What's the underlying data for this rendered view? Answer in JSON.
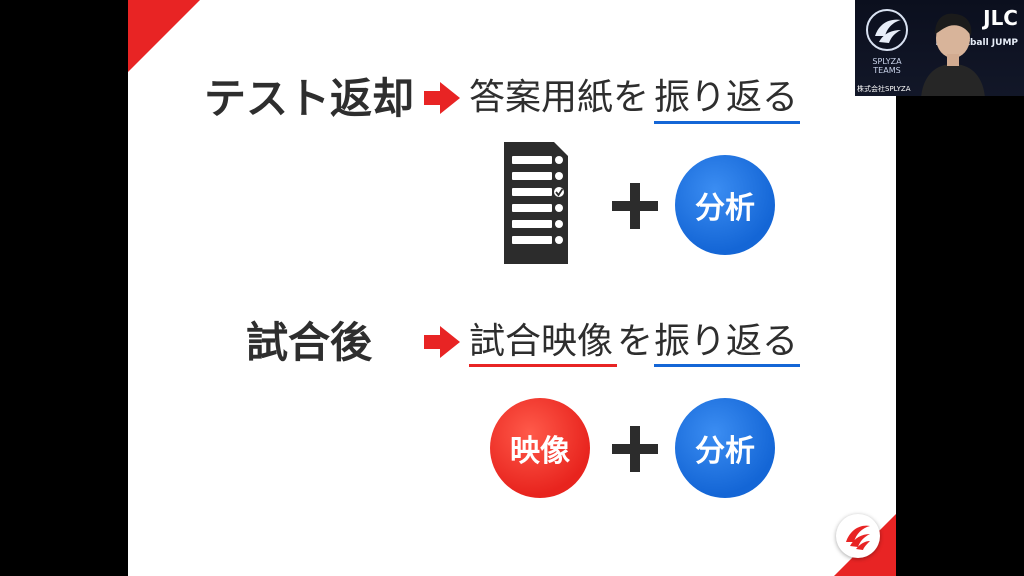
{
  "slide": {
    "row1": {
      "left_label": "テスト返却",
      "right_text": "答案用紙を",
      "right_under": "振り返る",
      "circle_label": "分析"
    },
    "row2": {
      "left_label": "試合後",
      "right_under_red": "試合映像",
      "right_mid": "を",
      "right_under_blue": "振り返る",
      "circle_left_label": "映像",
      "circle_right_label": "分析"
    },
    "icons": {
      "row1_arrow": "right-arrow-icon",
      "row2_arrow": "right-arrow-icon",
      "document": "checklist-document-icon",
      "plus": "plus-icon",
      "logo": "splyza-logo-icon"
    }
  },
  "webcam": {
    "brand_text": "SPLYZA\nTEAMS",
    "logo_text": "JLC",
    "sub_text": "Basketball JUMP",
    "caption": "株式会社SPLYZA"
  },
  "colors": {
    "accent_red": "#e82424",
    "accent_blue": "#1466d6",
    "text_dark": "#2e2e2e"
  }
}
